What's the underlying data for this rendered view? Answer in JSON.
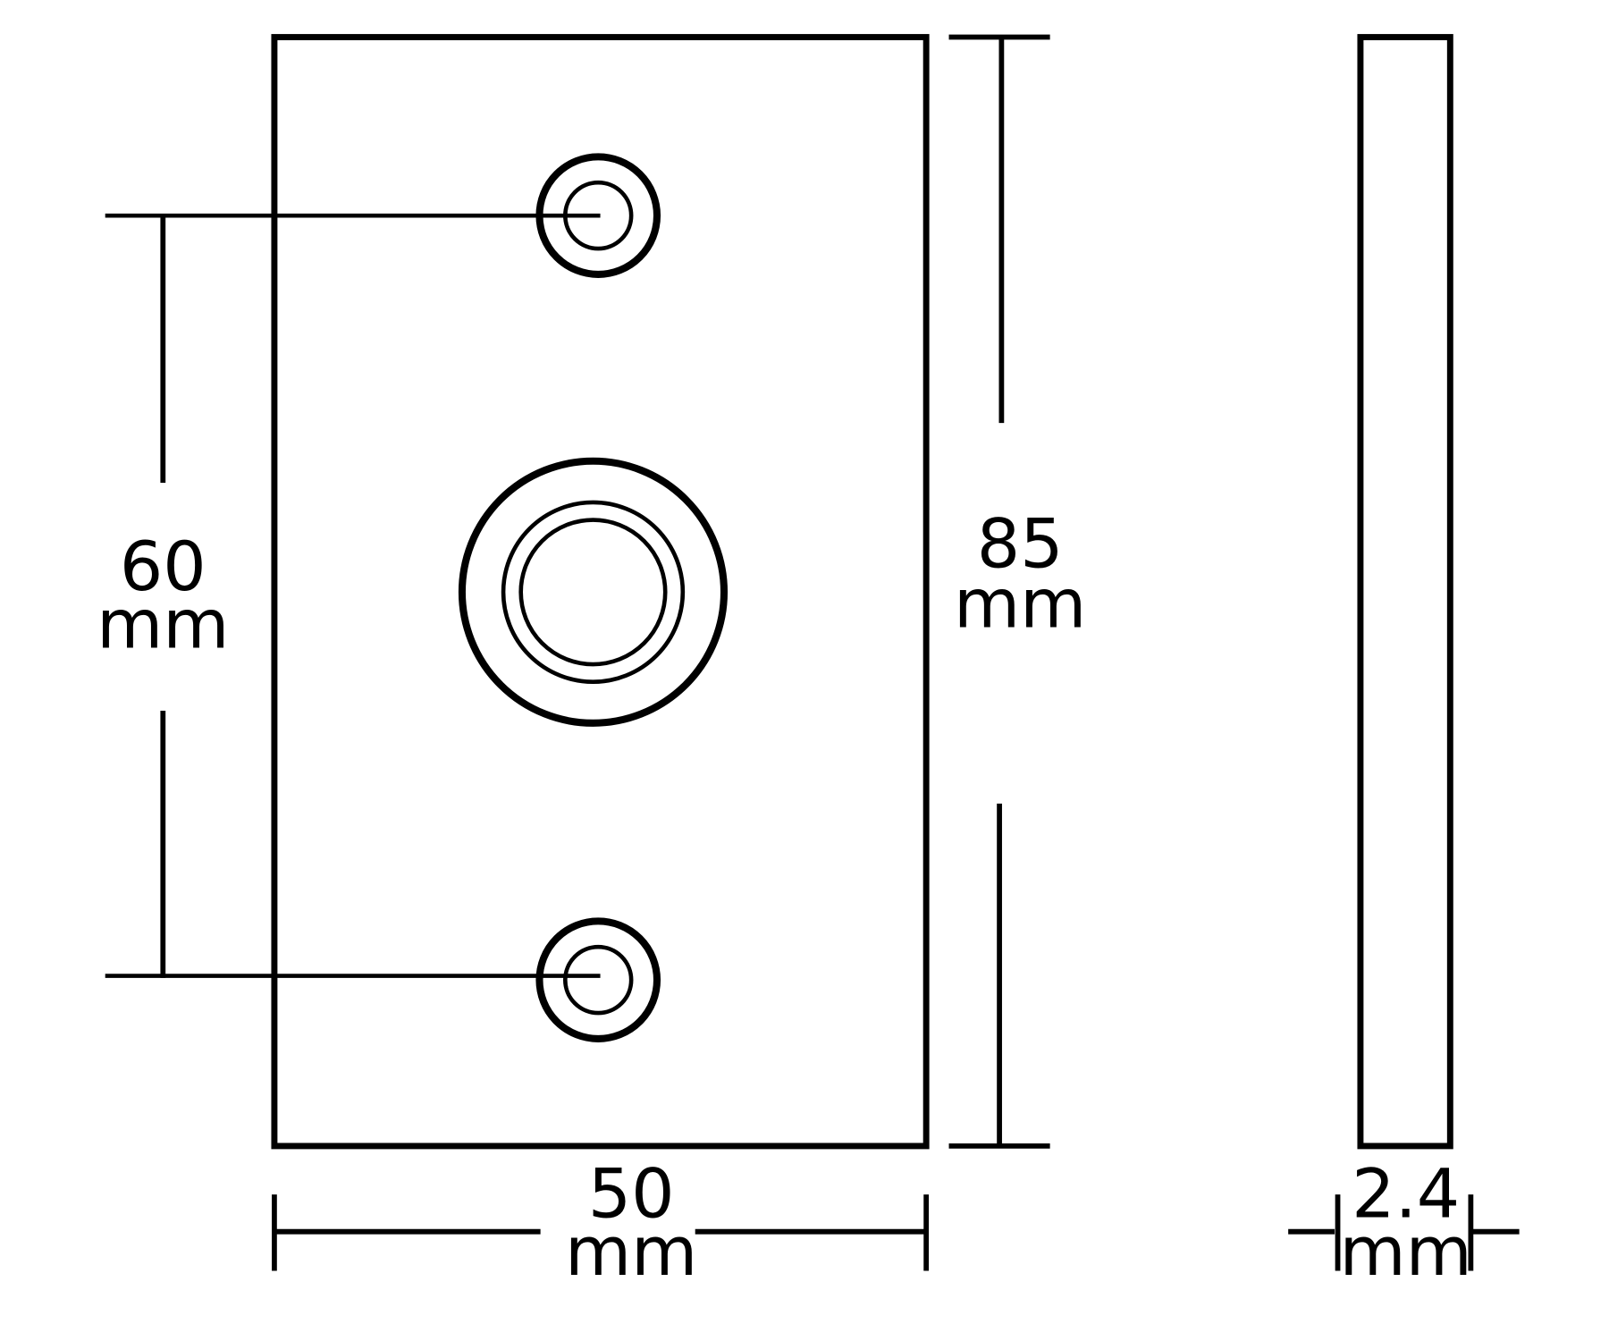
{
  "dimensions": {
    "hole_spacing": {
      "value": "60",
      "unit": "mm"
    },
    "height": {
      "value": "85",
      "unit": "mm"
    },
    "width": {
      "value": "50",
      "unit": "mm"
    },
    "thickness": {
      "value": "2.4",
      "unit": "mm"
    }
  },
  "colors": {
    "line": "#000000",
    "background": "#ffffff"
  }
}
